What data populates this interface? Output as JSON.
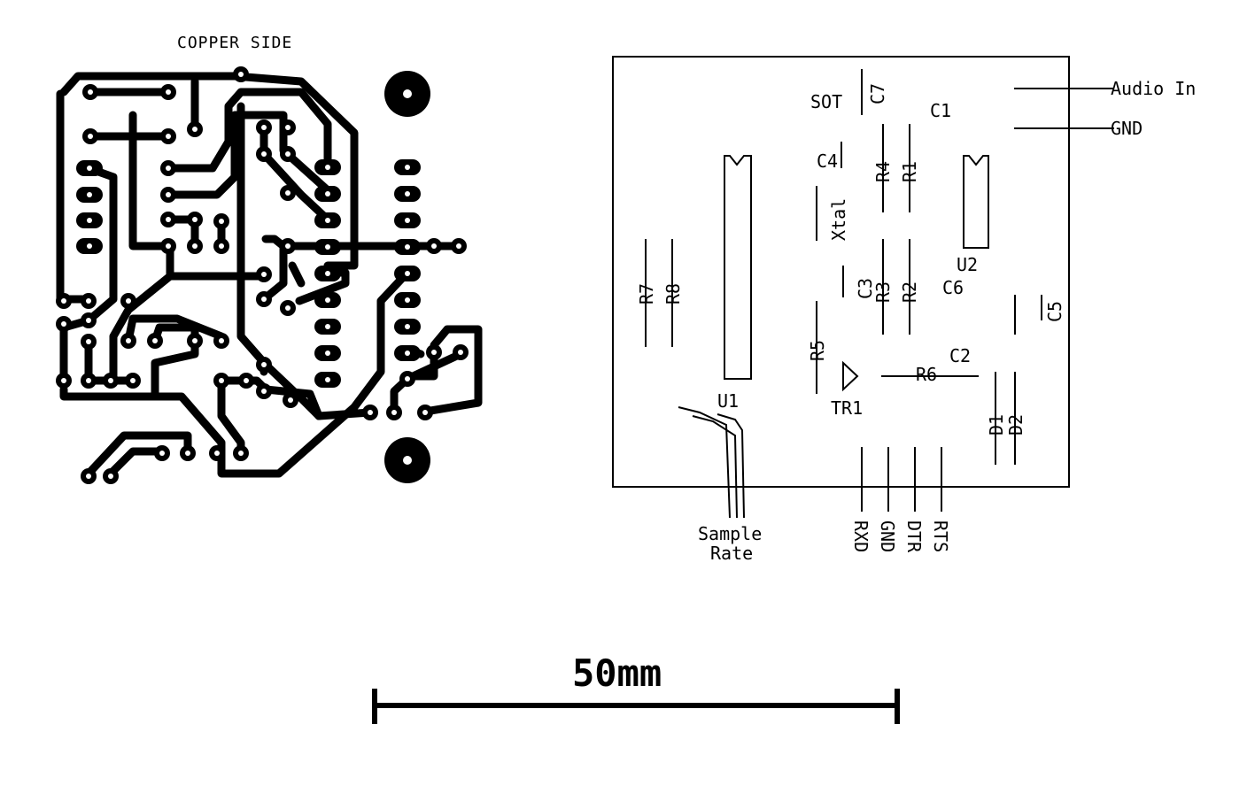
{
  "copper_title": "COPPER SIDE",
  "overlay": {
    "components": {
      "sot": "SOT",
      "c7": "C7",
      "c1": "C1",
      "c4": "C4",
      "r4": "R4",
      "r1": "R1",
      "xtal": "Xtal",
      "u2": "U2",
      "r7": "R7",
      "r8": "R8",
      "c3": "C3",
      "r3": "R3",
      "r2": "R2",
      "c6": "C6",
      "c5": "C5",
      "r5": "R5",
      "c2": "C2",
      "r6": "R6",
      "tr1": "TR1",
      "u1": "U1",
      "d1": "D1",
      "d2": "D2"
    },
    "connectors": {
      "audio_in": "Audio In",
      "gnd_top": "GND",
      "sample_rate_line1": "Sample",
      "sample_rate_line2": "Rate",
      "rxd": "RXD",
      "gnd_bottom": "GND",
      "dtr": "DTR",
      "rts": "RTS"
    }
  },
  "scale_bar": {
    "label": "50mm"
  }
}
